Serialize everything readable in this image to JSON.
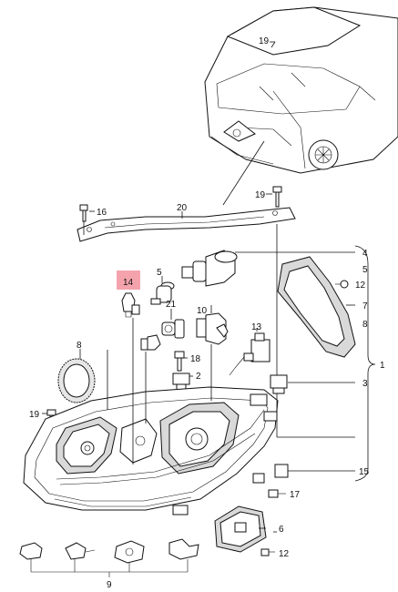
{
  "diagram": {
    "highlight_color": "#f4a3ad",
    "labels": {
      "p2": "2",
      "p3": "3",
      "p4": "4",
      "p5_left": "5",
      "p5_right": "5",
      "p6": "6",
      "p7": "7",
      "p8_left": "8",
      "p8_right": "8",
      "p9": "9",
      "p10": "10",
      "p12_top": "12",
      "p12_bottom": "12",
      "p13": "13",
      "p14": "14",
      "p15": "15",
      "p16": "16",
      "p17": "17",
      "p18": "18",
      "p19_top": "19",
      "p19_mid": "19",
      "p19_left": "19",
      "p20": "20",
      "p21": "21",
      "p1": "1"
    }
  }
}
